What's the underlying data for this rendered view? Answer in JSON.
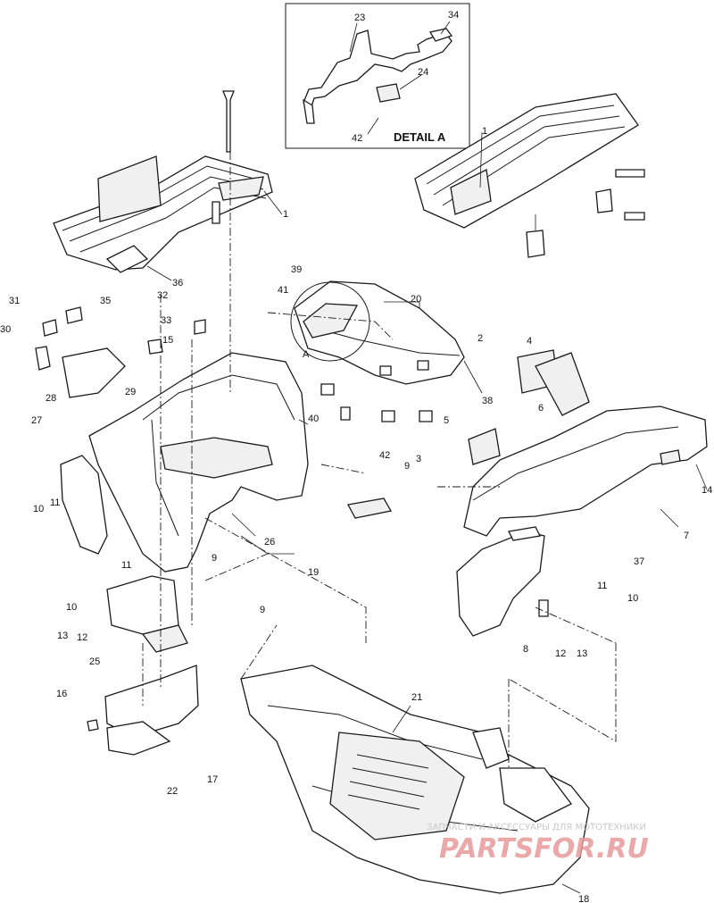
{
  "detail": {
    "title": "DETAIL A",
    "marker": "A"
  },
  "callouts": [
    "1",
    "2",
    "3",
    "4",
    "5",
    "6",
    "7",
    "8",
    "9",
    "10",
    "11",
    "12",
    "13",
    "14",
    "15",
    "16",
    "17",
    "18",
    "19",
    "20",
    "21",
    "22",
    "23",
    "24",
    "25",
    "26",
    "27",
    "28",
    "29",
    "30",
    "31",
    "32",
    "33",
    "34",
    "35",
    "36",
    "37",
    "38",
    "39",
    "40",
    "41",
    "42"
  ],
  "watermark": {
    "line1": "ЗАПЧАСТИ И АКСЕССУАРЫ ДЛЯ МОТОТЕХНИКИ",
    "line2": "PARTSFOR.RU",
    "color": "#e79a9a"
  }
}
